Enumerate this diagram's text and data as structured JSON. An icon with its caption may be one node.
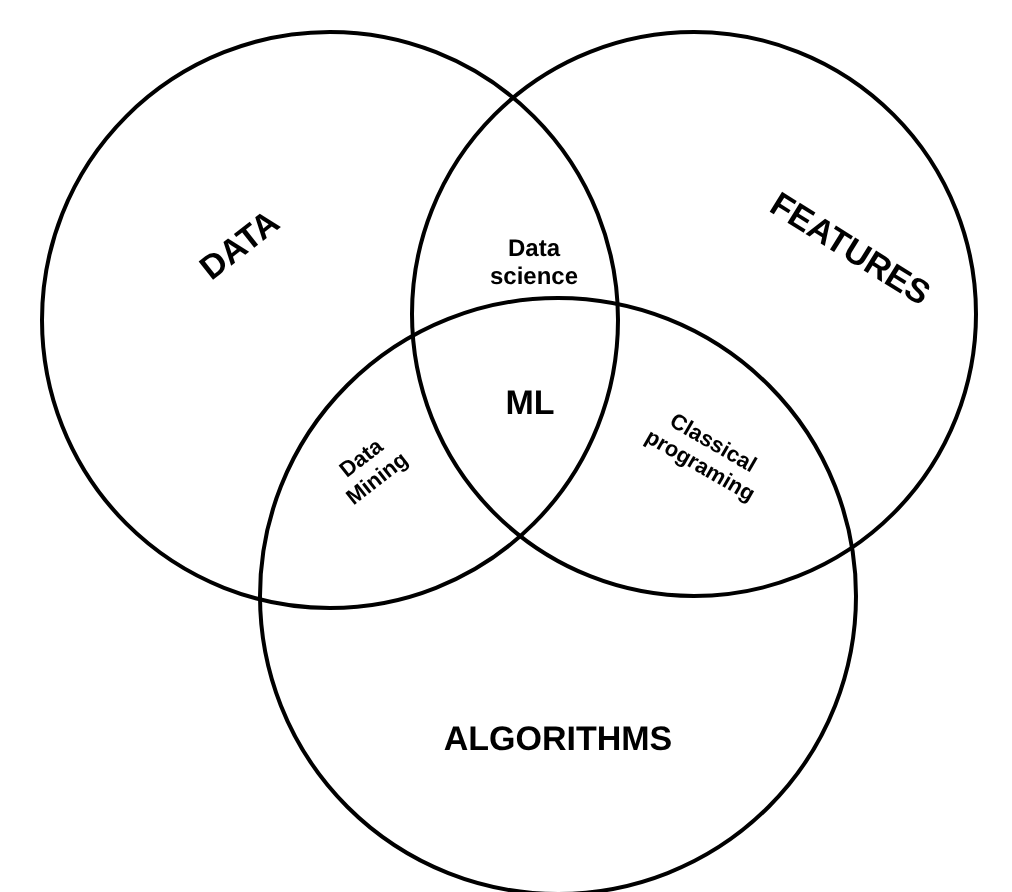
{
  "diagram": {
    "nodes": [
      {
        "text": [
          "DATA"
        ]
      },
      {
        "text": [
          "FEATURES"
        ]
      },
      {
        "text": [
          "ALGORITHMS"
        ]
      }
    ],
    "edges": [],
    "labels": [
      "Data science",
      "ML",
      "Data Mining",
      "Classical programing"
    ]
  }
}
